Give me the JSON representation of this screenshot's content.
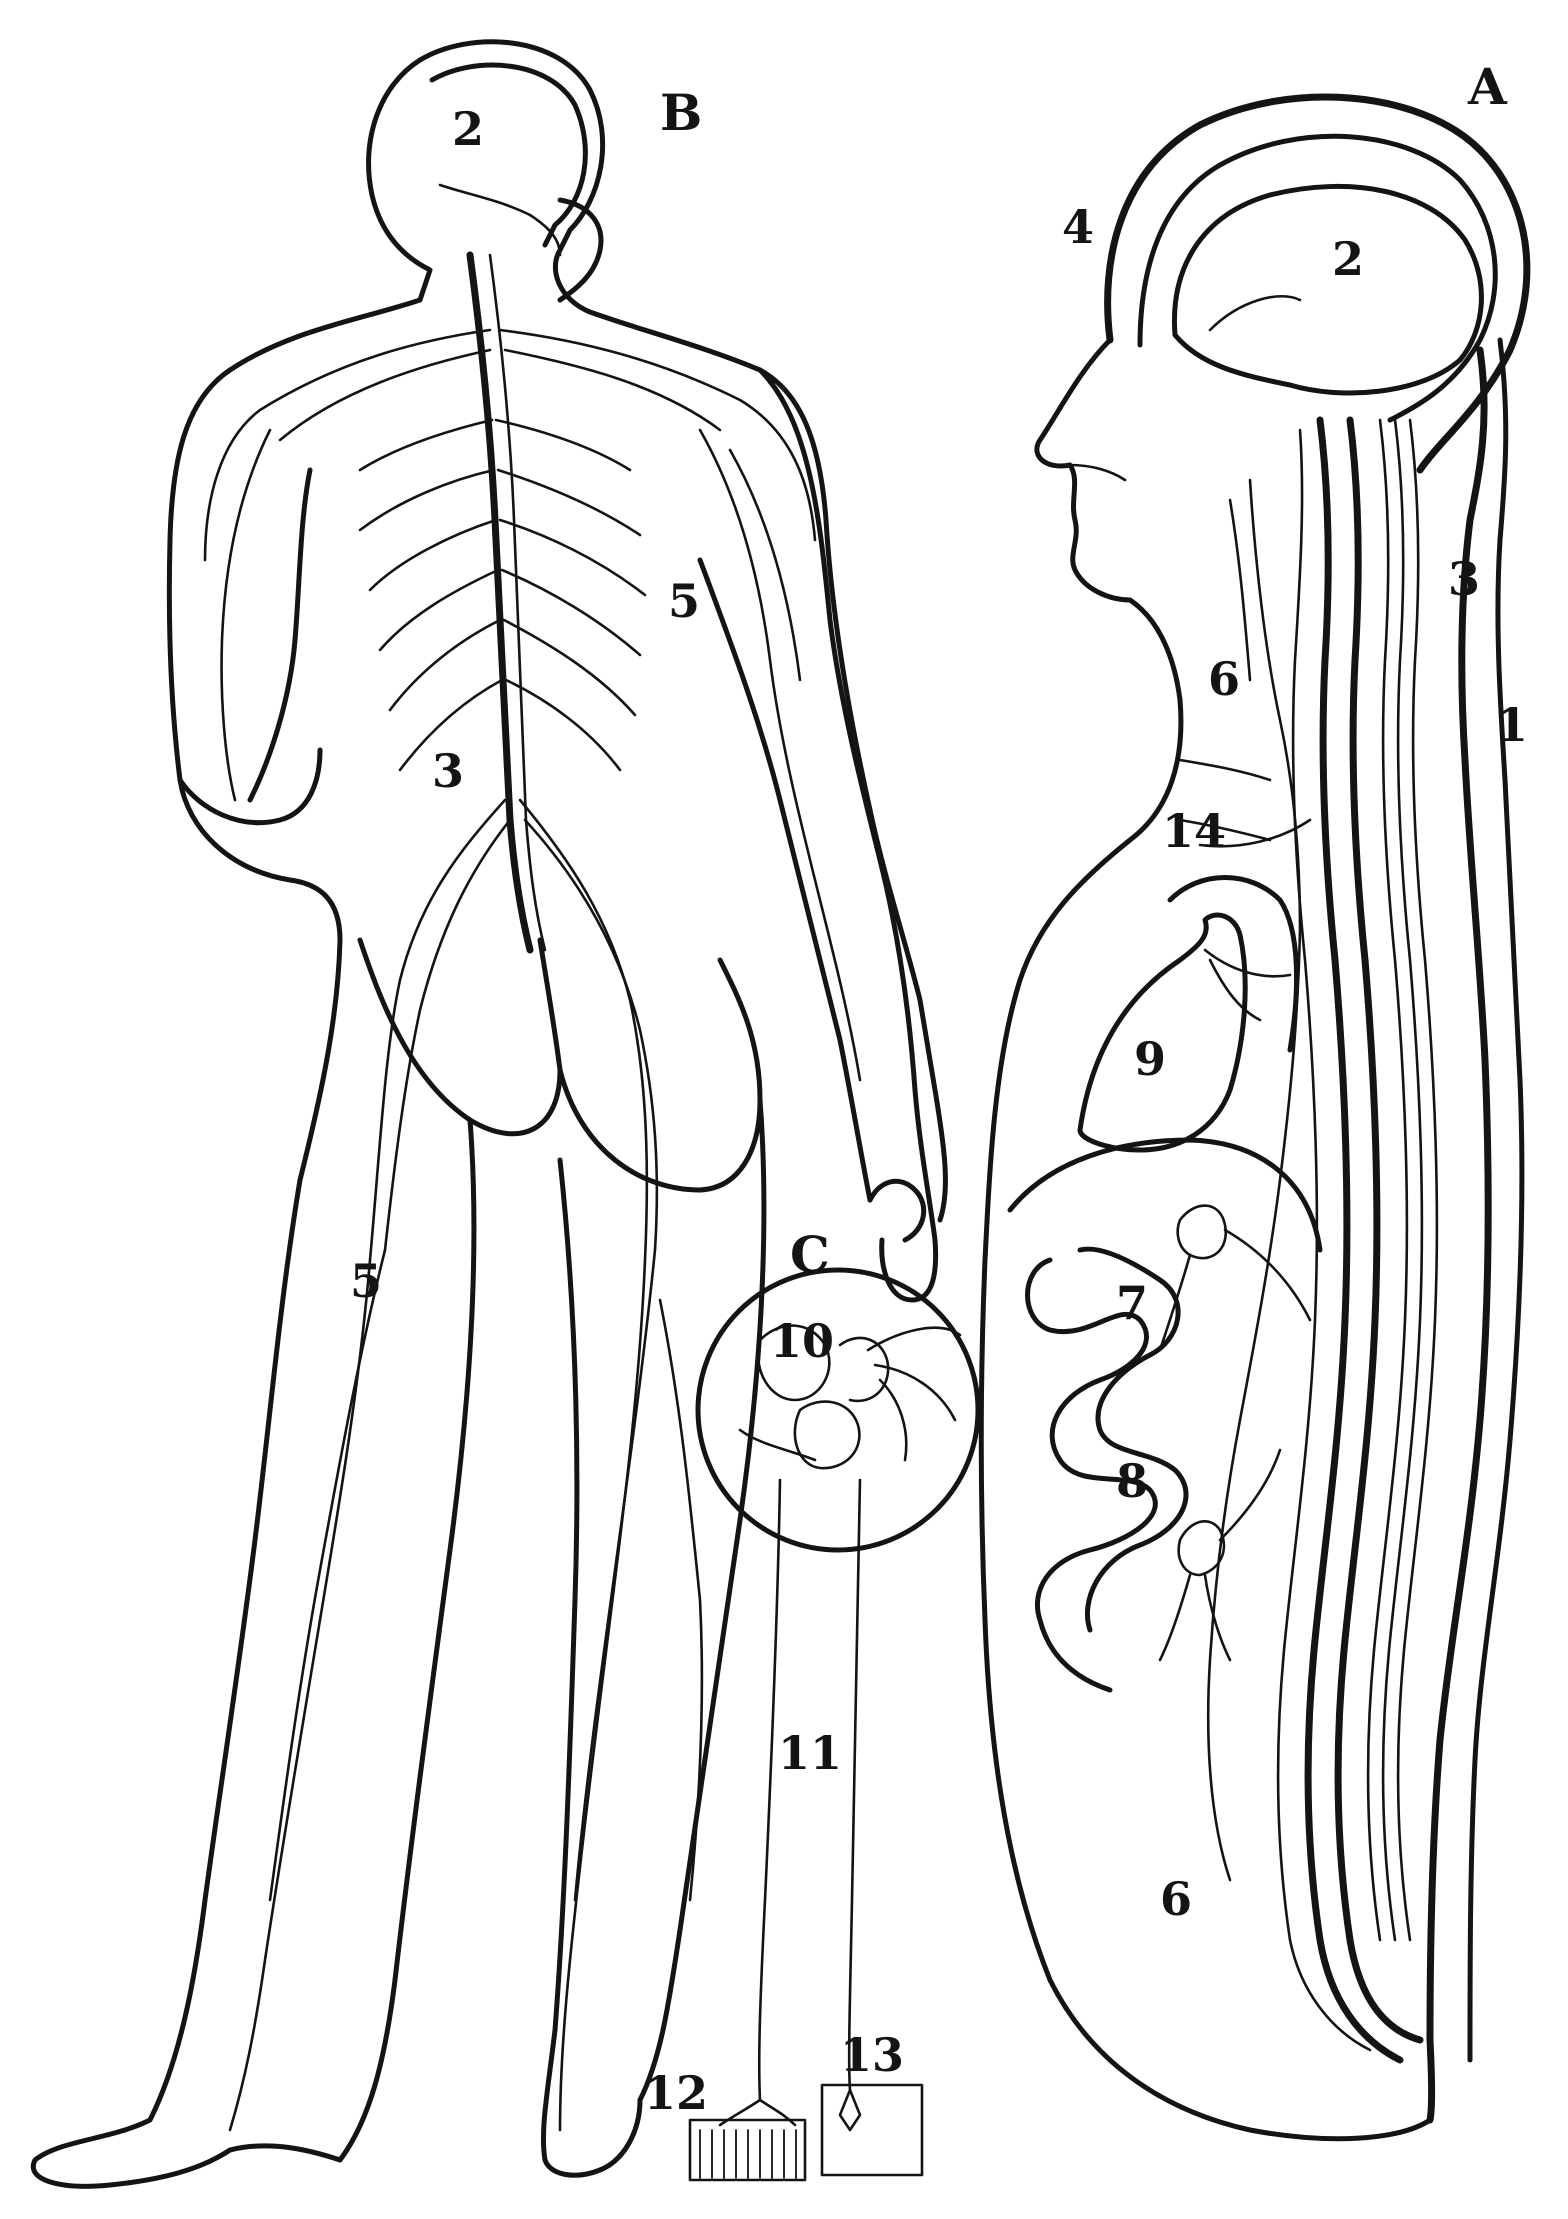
{
  "figures": {
    "A": {
      "letter": "A",
      "labels": {
        "n1": "1",
        "n2": "2",
        "n3": "3",
        "n4": "4",
        "n6a": "6",
        "n6b": "6",
        "n7": "7",
        "n8": "8",
        "n9": "9",
        "n14": "14"
      }
    },
    "B": {
      "letter": "B",
      "labels": {
        "n2": "2",
        "n3": "3",
        "n5a": "5",
        "n5b": "5"
      }
    },
    "C": {
      "letter": "C",
      "labels": {
        "n10": "10",
        "n11": "11",
        "n12": "12",
        "n13": "13"
      }
    }
  }
}
